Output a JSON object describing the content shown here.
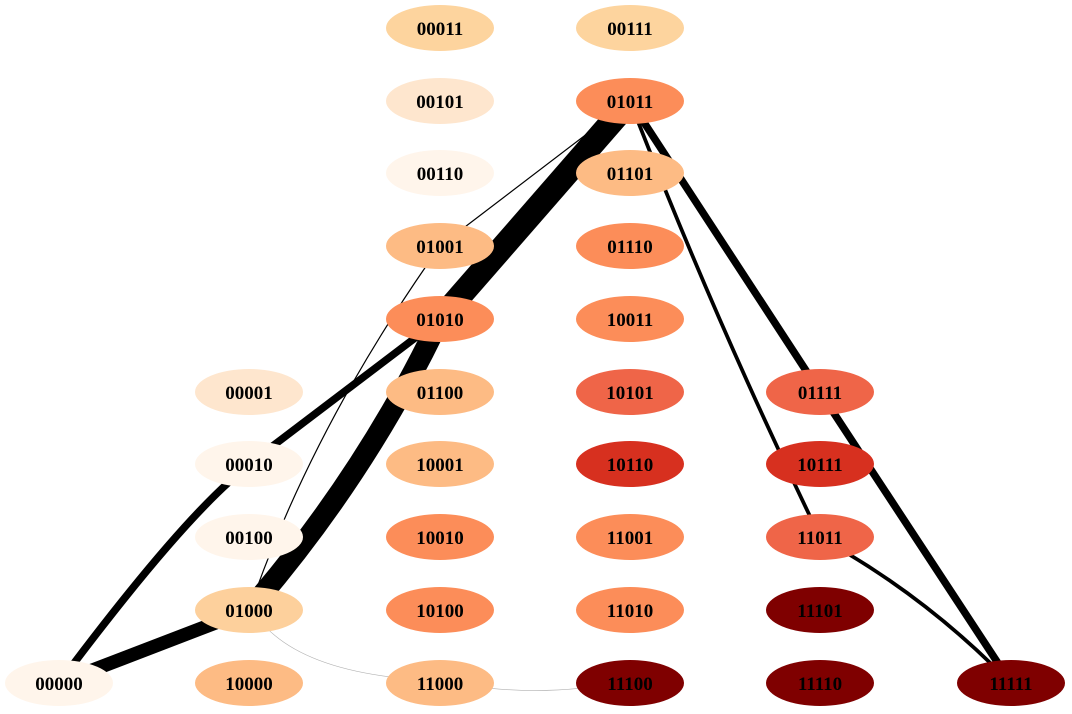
{
  "nodes": [
    {
      "id": "00000",
      "label": "00000",
      "fill": "#fff5eb"
    },
    {
      "id": "00001",
      "label": "00001",
      "fill": "#fee6ce"
    },
    {
      "id": "00010",
      "label": "00010",
      "fill": "#fff5eb"
    },
    {
      "id": "00100",
      "label": "00100",
      "fill": "#fff5eb"
    },
    {
      "id": "01000",
      "label": "01000",
      "fill": "#fdd09c"
    },
    {
      "id": "10000",
      "label": "10000",
      "fill": "#fdbb84"
    },
    {
      "id": "00011",
      "label": "00011",
      "fill": "#fdd49e"
    },
    {
      "id": "00101",
      "label": "00101",
      "fill": "#fee6ce"
    },
    {
      "id": "00110",
      "label": "00110",
      "fill": "#fff5eb"
    },
    {
      "id": "01001",
      "label": "01001",
      "fill": "#fdbb84"
    },
    {
      "id": "01010",
      "label": "01010",
      "fill": "#fc8d59"
    },
    {
      "id": "01100",
      "label": "01100",
      "fill": "#fdbb84"
    },
    {
      "id": "10001",
      "label": "10001",
      "fill": "#fdbb84"
    },
    {
      "id": "10010",
      "label": "10010",
      "fill": "#fc8d59"
    },
    {
      "id": "10100",
      "label": "10100",
      "fill": "#fc8d59"
    },
    {
      "id": "11000",
      "label": "11000",
      "fill": "#fdbb84"
    },
    {
      "id": "00111",
      "label": "00111",
      "fill": "#fdd49e"
    },
    {
      "id": "01011",
      "label": "01011",
      "fill": "#fc8d59"
    },
    {
      "id": "01101",
      "label": "01101",
      "fill": "#fdbb84"
    },
    {
      "id": "01110",
      "label": "01110",
      "fill": "#fc8d59"
    },
    {
      "id": "10011",
      "label": "10011",
      "fill": "#fc8d59"
    },
    {
      "id": "10101",
      "label": "10101",
      "fill": "#ef6548"
    },
    {
      "id": "10110",
      "label": "10110",
      "fill": "#d7301f"
    },
    {
      "id": "11001",
      "label": "11001",
      "fill": "#fc8d59"
    },
    {
      "id": "11010",
      "label": "11010",
      "fill": "#fc8d59"
    },
    {
      "id": "11100",
      "label": "11100",
      "fill": "#7f0000"
    },
    {
      "id": "01111",
      "label": "01111",
      "fill": "#ef6548"
    },
    {
      "id": "10111",
      "label": "10111",
      "fill": "#d7301f"
    },
    {
      "id": "11011",
      "label": "11011",
      "fill": "#ef6548"
    },
    {
      "id": "11101",
      "label": "11101",
      "fill": "#7f0000"
    },
    {
      "id": "11110",
      "label": "11110",
      "fill": "#7f0000"
    },
    {
      "id": "11111",
      "label": "11111",
      "fill": "#7f0000"
    }
  ],
  "edges": [
    {
      "from": "00000",
      "to": "01000",
      "weight": 9
    },
    {
      "from": "00000",
      "to": "00010",
      "weight": 5
    },
    {
      "from": "00010",
      "to": "01010",
      "weight": 5
    },
    {
      "from": "01000",
      "to": "01010",
      "weight": 14
    },
    {
      "from": "01000",
      "to": "01001",
      "weight": 0.8
    },
    {
      "from": "01000",
      "to": "11000",
      "weight": 0.25
    },
    {
      "from": "11000",
      "to": "11100",
      "weight": 0.25
    },
    {
      "from": "01001",
      "to": "01011",
      "weight": 0.8
    },
    {
      "from": "01010",
      "to": "01011",
      "weight": 16
    },
    {
      "from": "01011",
      "to": "01111",
      "weight": 5
    },
    {
      "from": "01011",
      "to": "11011",
      "weight": 2.5
    },
    {
      "from": "01111",
      "to": "11111",
      "weight": 5
    },
    {
      "from": "11011",
      "to": "11111",
      "weight": 2.5
    }
  ]
}
